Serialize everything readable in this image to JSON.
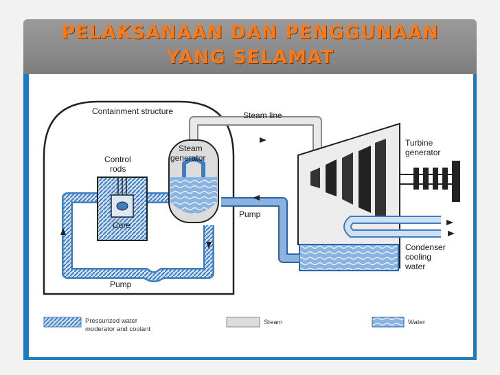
{
  "slide": {
    "title_line1": "PELAKSANAAN DAN PENGGUNAAN",
    "title_line2": "YANG SELAMAT"
  },
  "diagram": {
    "labels": {
      "containment": "Containment structure",
      "steam_line": "Steam line",
      "control_rods_1": "Control",
      "control_rods_2": "rods",
      "steam_generator_1": "Steam",
      "steam_generator_2": "generator",
      "core": "Core",
      "turbine_1": "Turbine",
      "turbine_2": "generator",
      "pump_top": "Pump",
      "pump_bottom": "Pump",
      "condenser_1": "Condenser",
      "condenser_2": "cooling",
      "condenser_3": "water"
    },
    "legend": {
      "pressurized_1": "Pressurized water",
      "pressurized_2": "moderator and coolant",
      "steam": "Steam",
      "water": "Water"
    },
    "colors": {
      "pressurized": "#4a86c6",
      "steam": "#dcdcdc",
      "water": "#6fa0d6",
      "frame": "#1f7bbf",
      "title": "#f47a1f"
    }
  }
}
